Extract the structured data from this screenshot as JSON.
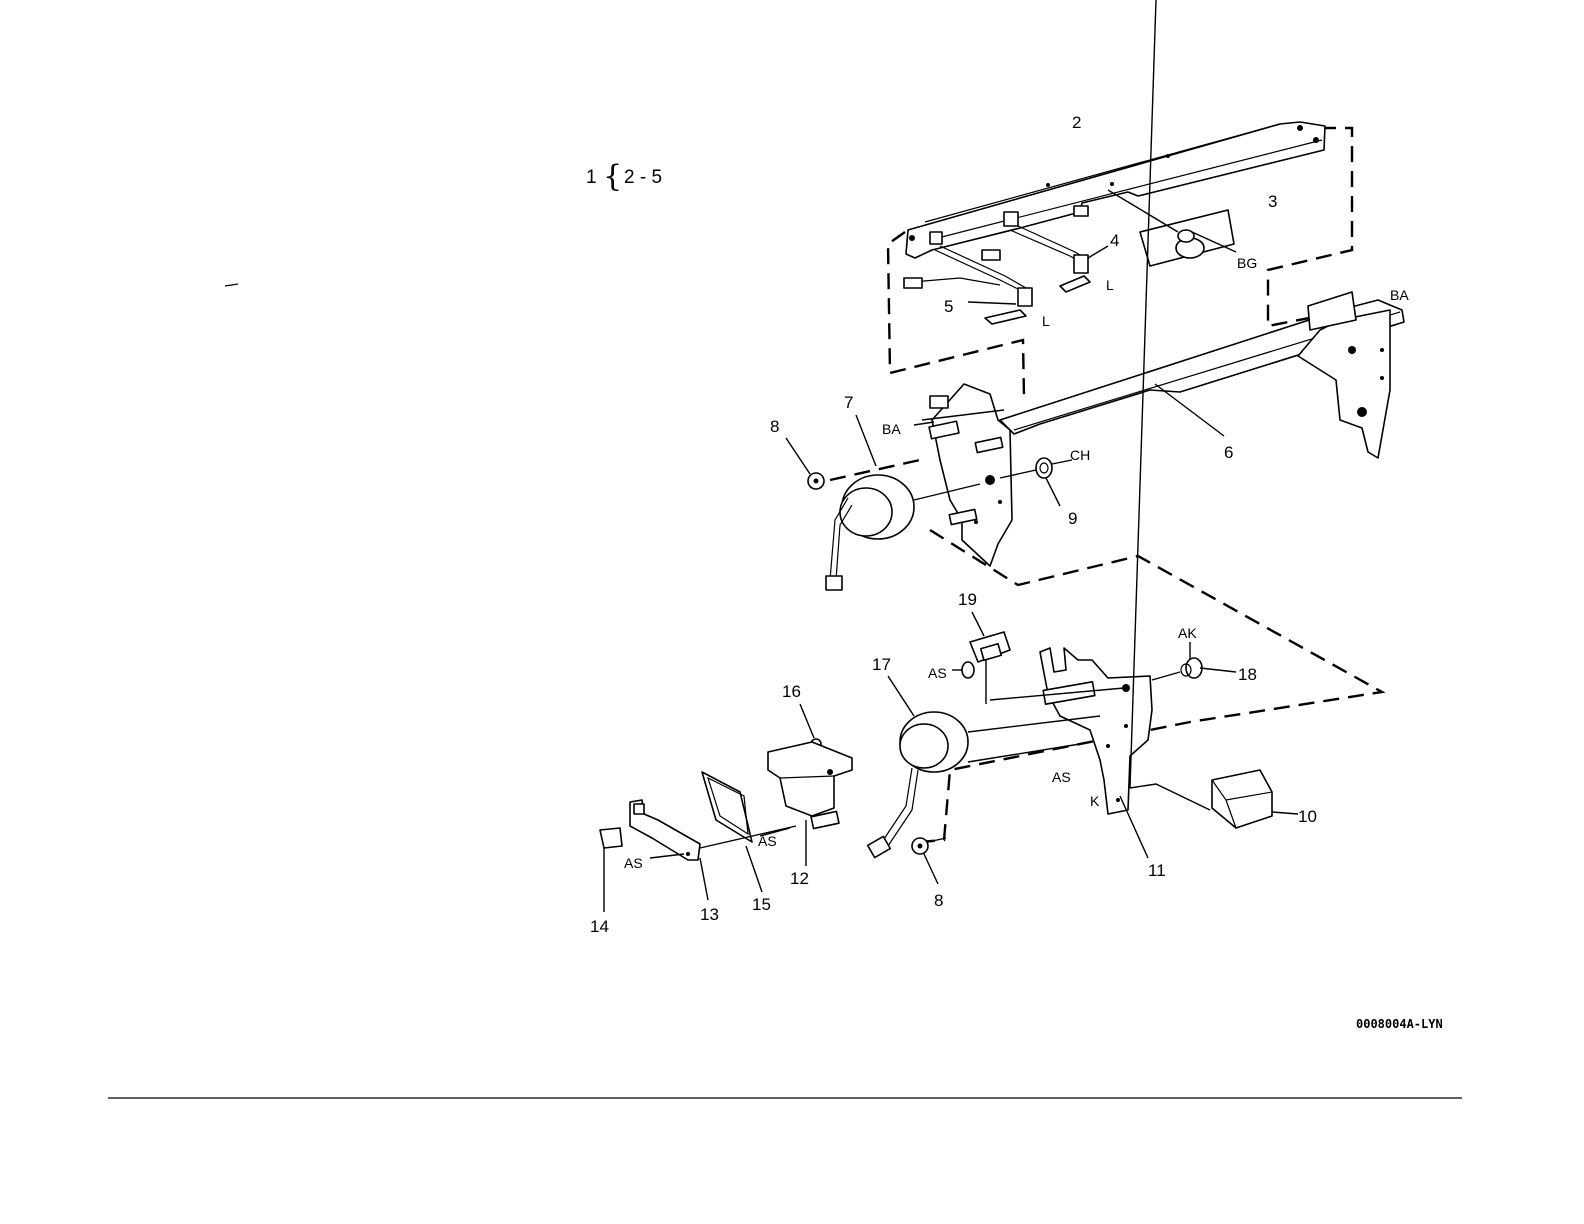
{
  "header": {
    "assembly_number": "1",
    "brace": "{",
    "item_range": "2 - 5"
  },
  "callouts": [
    "2",
    "3",
    "4",
    "5",
    "6",
    "7",
    "8",
    "9",
    "10",
    "11",
    "12",
    "13",
    "14",
    "15",
    "16",
    "17",
    "18",
    "19",
    "8"
  ],
  "codes": [
    "BG",
    "L",
    "L",
    "BA",
    "BA",
    "CH",
    "AK",
    "AS",
    "AS",
    "AS",
    "AS",
    "K"
  ],
  "drawing_id": "0008004A-LYN",
  "colors": {
    "ink": "#000000",
    "paper": "#ffffff"
  }
}
